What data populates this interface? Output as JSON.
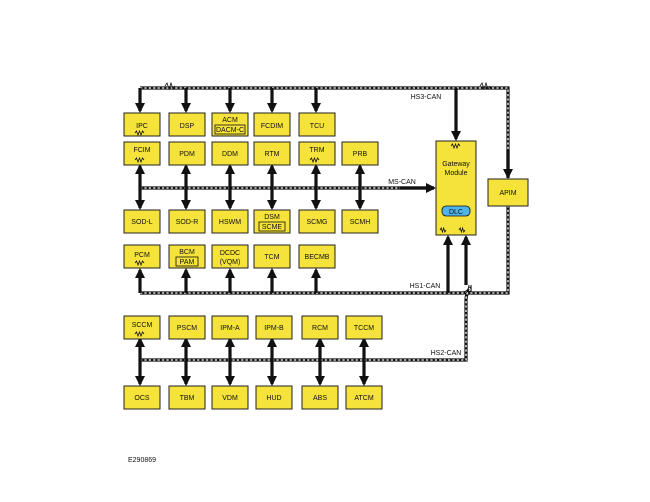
{
  "buses": {
    "hs3": "HS3-CAN",
    "ms": "MS-CAN",
    "hs1": "HS1-CAN",
    "hs2": "HS2-CAN"
  },
  "modules": {
    "ipc": "IPC",
    "dsp": "DSP",
    "acm": "ACM",
    "dacm": "DACM-C",
    "fcdim": "FCDIM",
    "tcu": "TCU",
    "fcim": "FCIM",
    "pdm": "PDM",
    "ddm": "DDM",
    "rtm": "RTM",
    "trm": "TRM",
    "prb": "PRB",
    "sodl": "SOD-L",
    "sodr": "SOD-R",
    "hswm": "HSWM",
    "dsm": "DSM",
    "scme": "SCME",
    "scmg": "SCMG",
    "scmh": "SCMH",
    "pcm": "PCM",
    "bcm": "BCM",
    "pam": "PAM",
    "dcdc": "DCDC",
    "vqm": "(VQM)",
    "tcm": "TCM",
    "becmb": "BECMB",
    "gw1": "Gateway",
    "gw2": "Module",
    "dlc": "DLC",
    "apim": "APIM",
    "sccm": "SCCM",
    "pscm": "PSCM",
    "ipma": "IPM-A",
    "ipmb": "IPM-B",
    "rcm": "RCM",
    "tccm": "TCCM",
    "ocs": "OCS",
    "tbm": "TBM",
    "vdm": "VDM",
    "hud": "HUD",
    "abs": "ABS",
    "atcm": "ATCM"
  },
  "figure_id": "E290869",
  "colors": {
    "module_fill": "#f5e23a",
    "dlc_fill": "#4fb3e8",
    "bus": "#111111"
  }
}
